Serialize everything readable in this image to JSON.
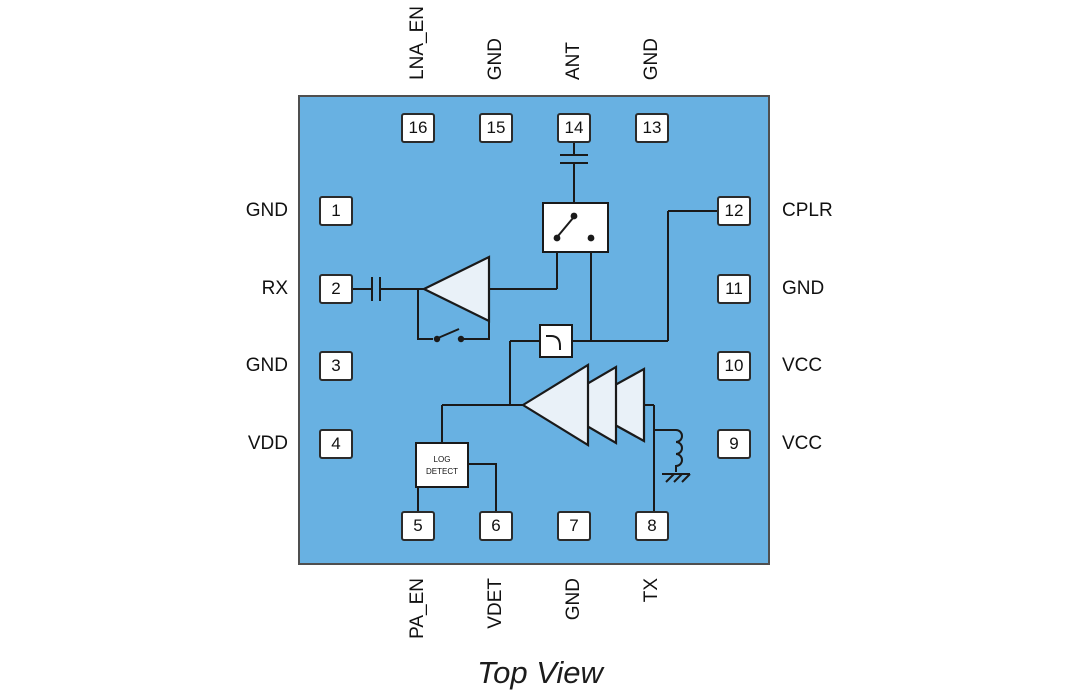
{
  "diagram": {
    "caption": "Top View",
    "colors": {
      "chip_fill": "#68b1e2",
      "line": "#1a1a1a",
      "symbol_fill": "#e9f1f8",
      "pin_box_fill": "#ffffff"
    },
    "blocks": {
      "log_detect": {
        "line1": "LOG",
        "line2": "DETECT"
      }
    },
    "pins": {
      "top": [
        {
          "number": "16",
          "label": "LNA_EN"
        },
        {
          "number": "15",
          "label": "GND"
        },
        {
          "number": "14",
          "label": "ANT"
        },
        {
          "number": "13",
          "label": "GND"
        }
      ],
      "left": [
        {
          "number": "1",
          "label": "GND"
        },
        {
          "number": "2",
          "label": "RX"
        },
        {
          "number": "3",
          "label": "GND"
        },
        {
          "number": "4",
          "label": "VDD"
        }
      ],
      "right": [
        {
          "number": "12",
          "label": "CPLR"
        },
        {
          "number": "11",
          "label": "GND"
        },
        {
          "number": "10",
          "label": "VCC"
        },
        {
          "number": "9",
          "label": "VCC"
        }
      ],
      "bottom": [
        {
          "number": "5",
          "label": "PA_EN"
        },
        {
          "number": "6",
          "label": "VDET"
        },
        {
          "number": "7",
          "label": "GND"
        },
        {
          "number": "8",
          "label": "TX"
        }
      ]
    }
  }
}
